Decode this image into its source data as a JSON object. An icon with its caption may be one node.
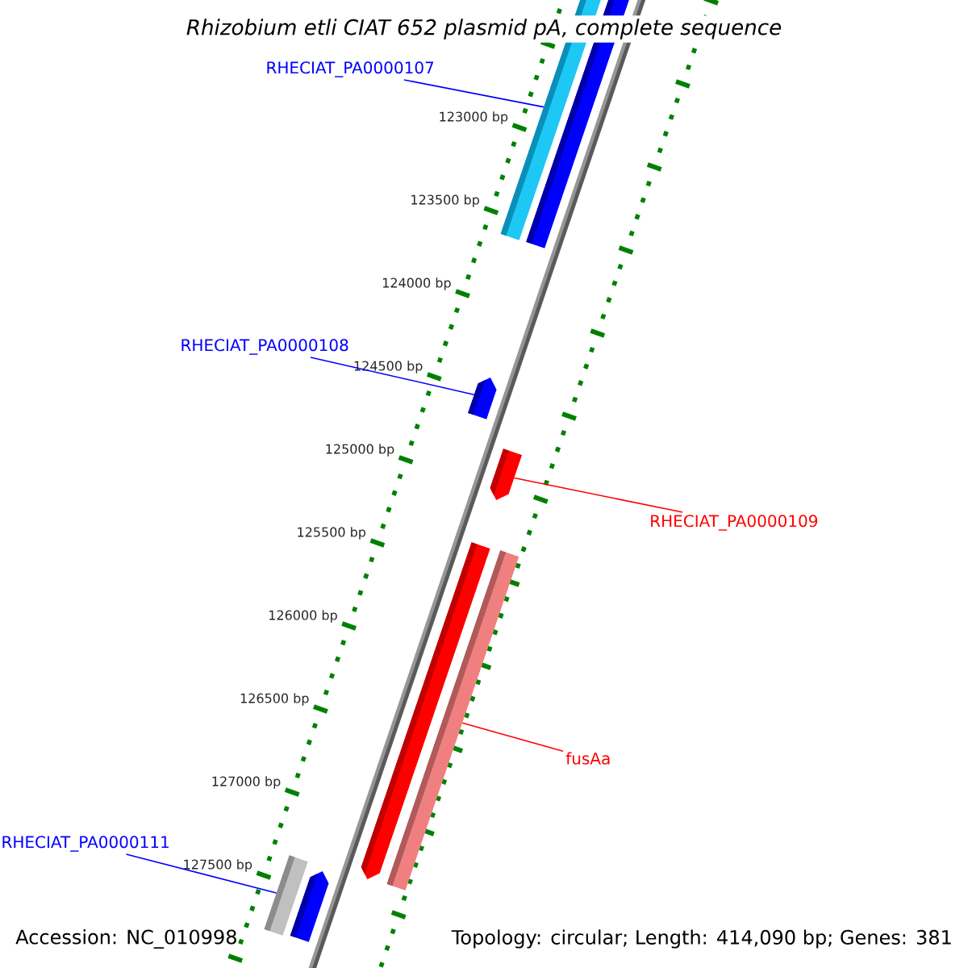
{
  "diagram": {
    "title": "Rhizobium etli CIAT 652 plasmid pA, complete sequence",
    "nodes": [
      {
        "text": [
          "RHECIAT_PA0000107"
        ]
      },
      {
        "text": [],
        "shape": "bar"
      },
      {
        "text": [],
        "shape": "bar"
      },
      {
        "text": [
          "RHECIAT_PA0000108"
        ]
      },
      {
        "text": [],
        "shape": "bar"
      },
      {
        "text": [],
        "shape": "bar"
      },
      {
        "text": [
          "RHECIAT_PA0000109"
        ]
      },
      {
        "text": [],
        "shape": "bar"
      },
      {
        "text": [],
        "shape": "bar"
      },
      {
        "text": [
          "fusAa"
        ]
      },
      {
        "text": [
          "RHECIAT_PA0000111"
        ]
      },
      {
        "text": [],
        "shape": "bar"
      },
      {
        "text": [],
        "shape": "bar"
      }
    ],
    "edges": [
      {
        "from": 0,
        "to": 1,
        "arrow": "none"
      },
      {
        "from": 3,
        "to": 4,
        "arrow": "none"
      },
      {
        "from": 6,
        "to": 5,
        "arrow": "none",
        "color": "#ff0000"
      },
      {
        "from": 9,
        "to": 8,
        "arrow": "none",
        "color": "#ff0000"
      },
      {
        "from": 10,
        "to": 11,
        "arrow": "none"
      }
    ],
    "labels": [
      "123000 bp",
      "123500 bp",
      "124000 bp",
      "124500 bp",
      "125000 bp",
      "125500 bp",
      "126000 bp",
      "126500 bp",
      "127000 bp",
      "127500 bp",
      "Accession: NC_010998",
      "Topology: circular; Length: 414,090 bp; Genes: 381"
    ]
  }
}
